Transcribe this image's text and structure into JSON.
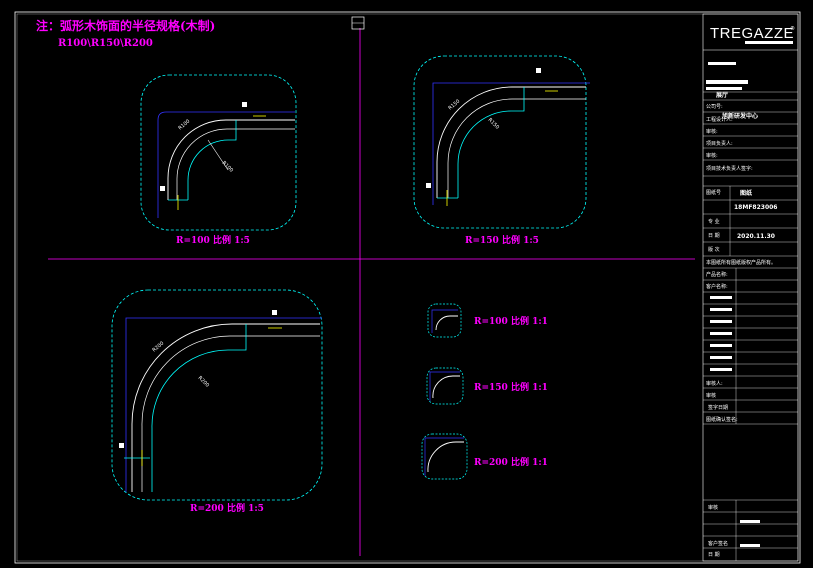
{
  "note": {
    "line1": "注：弧形木饰面的半径规格(木制)",
    "line2": "R100\\R150\\R200"
  },
  "captions": {
    "r100_large": "R=100   比例   1:5",
    "r150_large": "R=150   比例   1:5",
    "r200_large": "R=200   比例   1:5",
    "r100_small": "R=100   比例   1:1",
    "r150_small": "R=150   比例   1:1",
    "r200_small": "R=200   比例   1:1"
  },
  "title_block": {
    "logo": "TREGAZZE",
    "logo_mark": "®",
    "hall": "展厅",
    "company_label": "公司号:",
    "company_value": "旭新研发中心",
    "designer_label": "工程设计人:",
    "review_label": "审核:",
    "project_lead_label": "项目负责人:",
    "proof_label": "审核:",
    "checker_label": "项目技术负责人签字:",
    "drawing_no_label": "图纸号",
    "drawing_no_value": "图纸",
    "code_value": "18MF823006",
    "scale_label": "专   业",
    "date_label": "日   期",
    "date_value": "2020.11.30",
    "version_label": "版   次",
    "remark": "本图纸所有图纸版权产品所有。",
    "product_label": "产品名称:",
    "client_label": "客户名称:",
    "approver_label": "审核人:",
    "audit_label": "审核",
    "sign_label": "签字日期",
    "confirm_label": "图纸确认签名:",
    "bottom1": "审核",
    "bottom2": "客户签名",
    "bottom3": "日  期"
  }
}
